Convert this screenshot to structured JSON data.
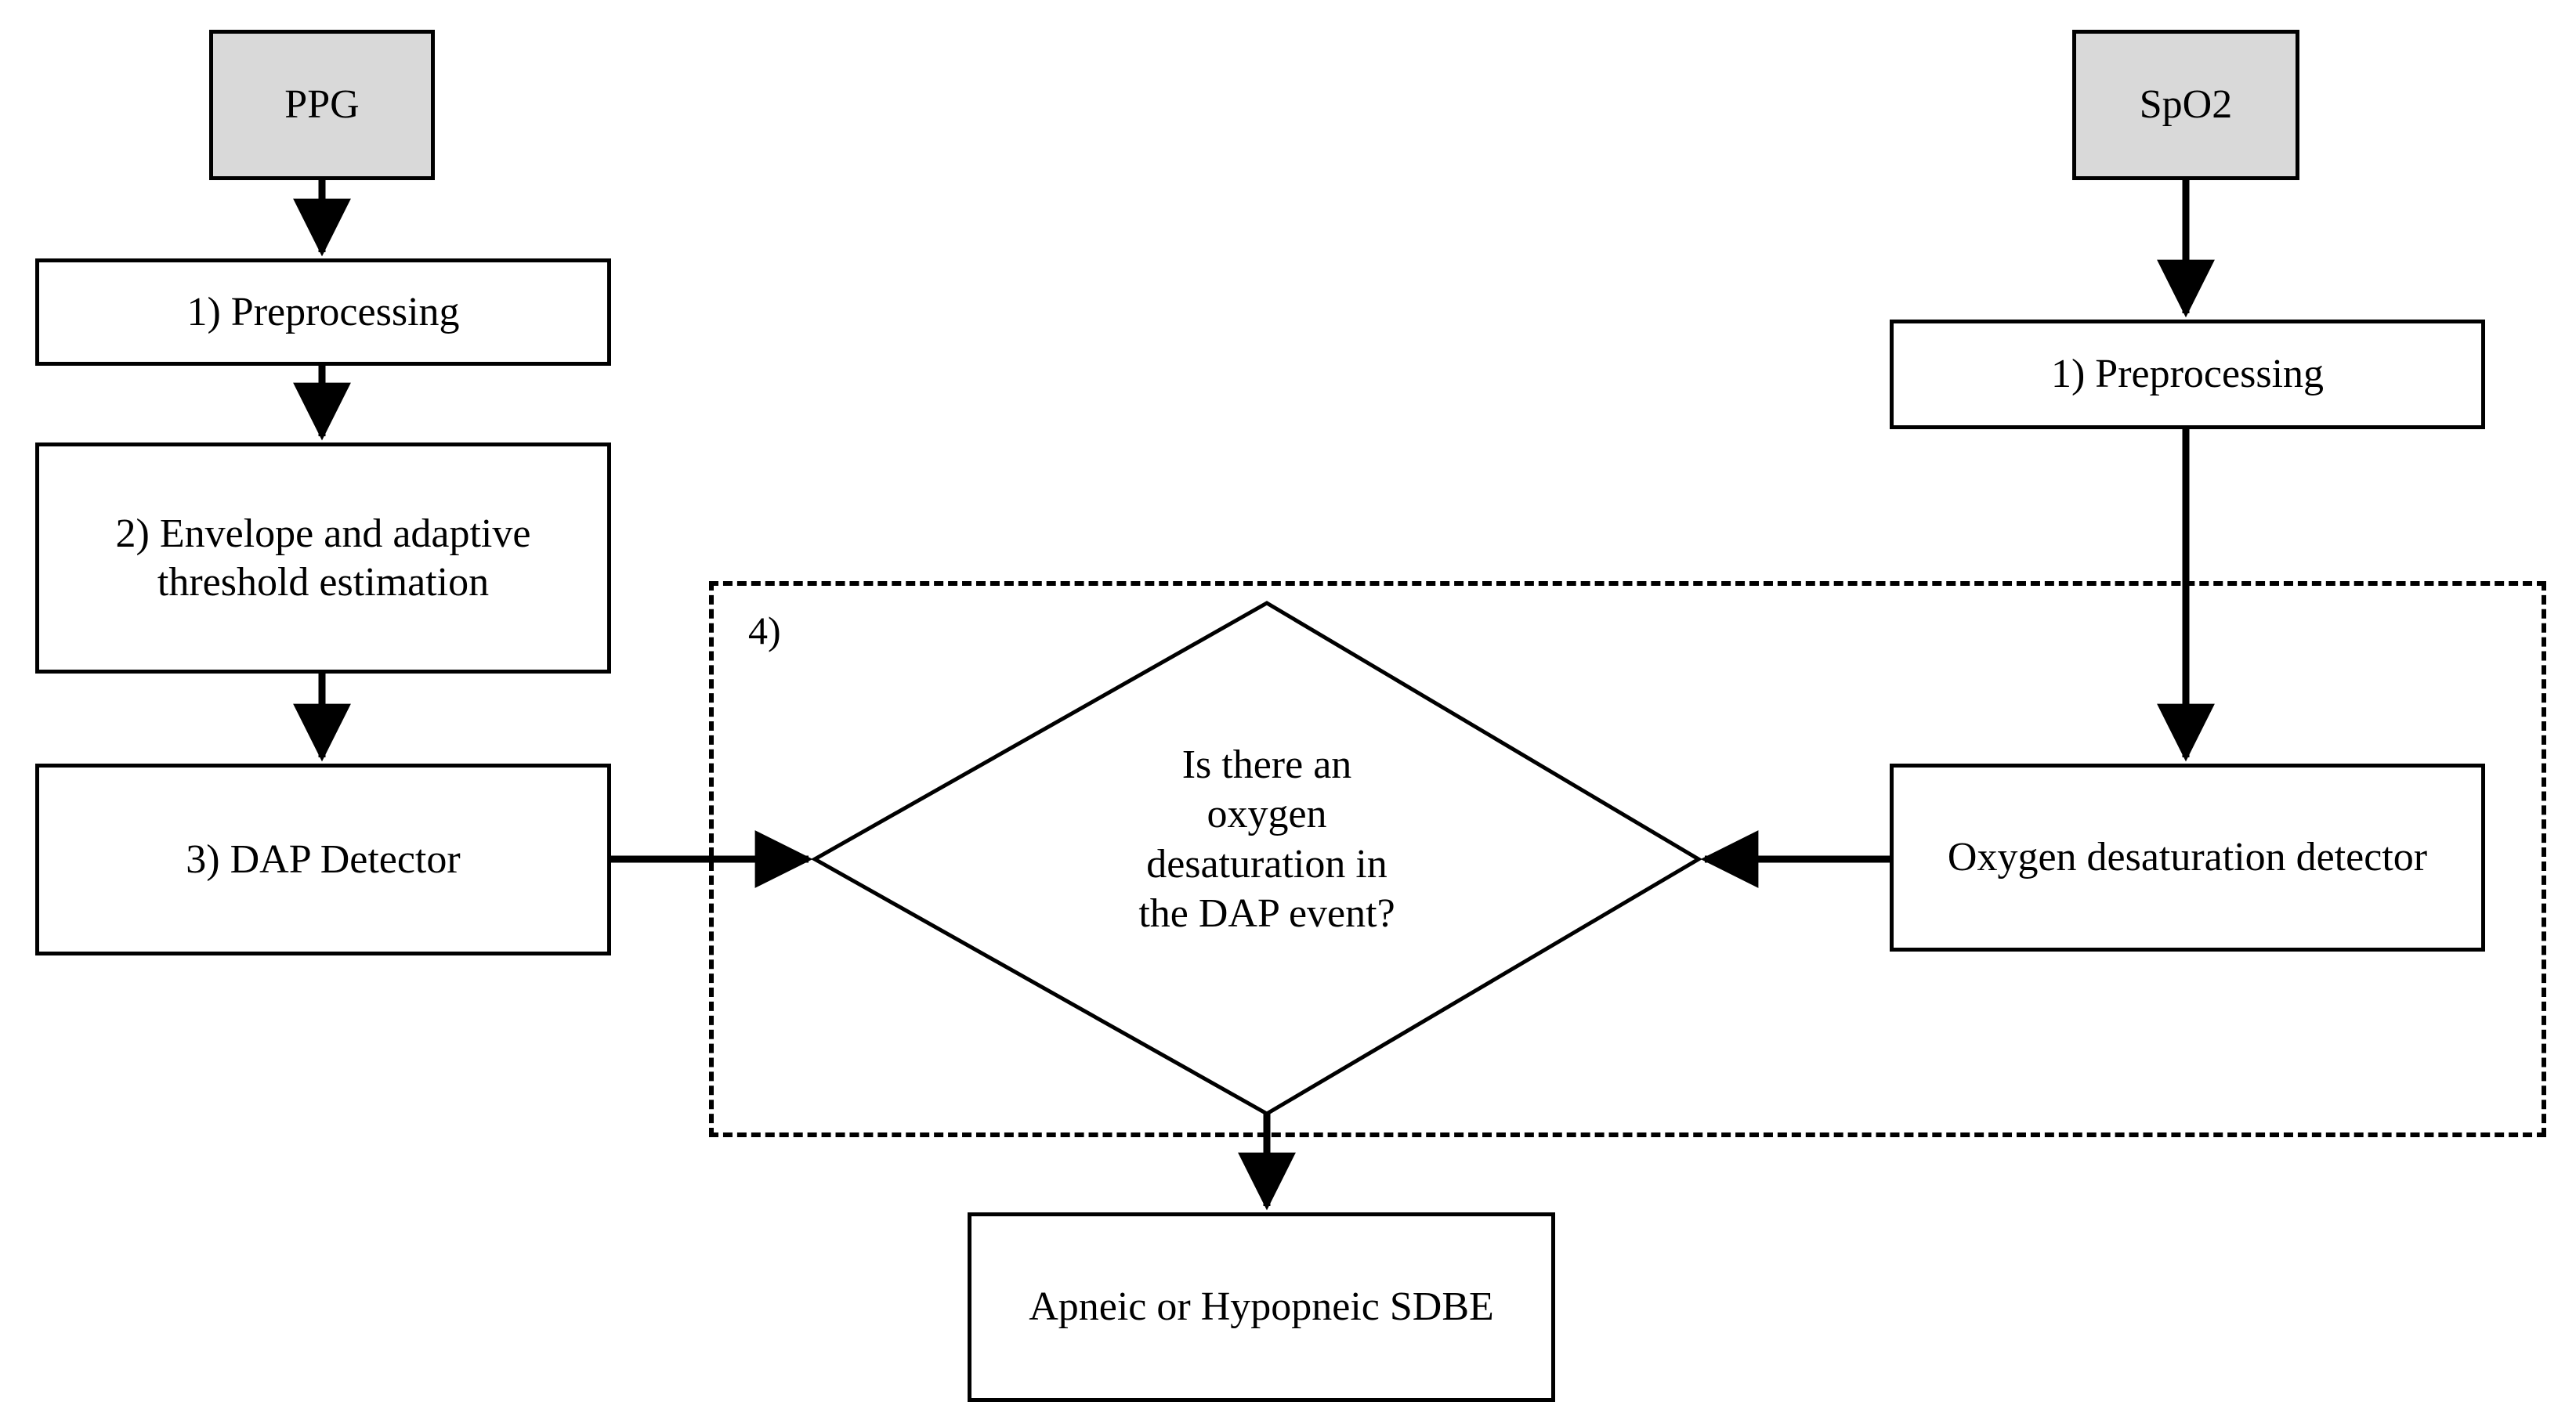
{
  "diagram": {
    "title": "SDBE detection flowchart",
    "background_color": "#ffffff",
    "line_color": "#000000",
    "shaded_fill": "#d9d9d9"
  },
  "nodes": {
    "ppg_input": "PPG",
    "ppg_preprocessing": "1) Preprocessing",
    "envelope_threshold": "2) Envelope and adaptive threshold estimation",
    "dap_detector": "3) DAP Detector",
    "spo2_input": "SpO2",
    "spo2_preprocessing": "1) Preprocessing",
    "oxygen_desaturation_detector": "Oxygen desaturation detector",
    "decision": "Is there an\noxygen\ndesaturation in\nthe DAP event?",
    "output": "Apneic or Hypopneic SDBE"
  },
  "group": {
    "label": "4)",
    "style": "dashed"
  },
  "edges": [
    {
      "from": "ppg_input",
      "to": "ppg_preprocessing",
      "direction": "down"
    },
    {
      "from": "ppg_preprocessing",
      "to": "envelope_threshold",
      "direction": "down"
    },
    {
      "from": "envelope_threshold",
      "to": "dap_detector",
      "direction": "down"
    },
    {
      "from": "dap_detector",
      "to": "decision",
      "direction": "right"
    },
    {
      "from": "spo2_input",
      "to": "spo2_preprocessing",
      "direction": "down"
    },
    {
      "from": "spo2_preprocessing",
      "to": "oxygen_desaturation_detector",
      "direction": "down"
    },
    {
      "from": "oxygen_desaturation_detector",
      "to": "decision",
      "direction": "left"
    },
    {
      "from": "decision",
      "to": "output",
      "direction": "down"
    }
  ]
}
